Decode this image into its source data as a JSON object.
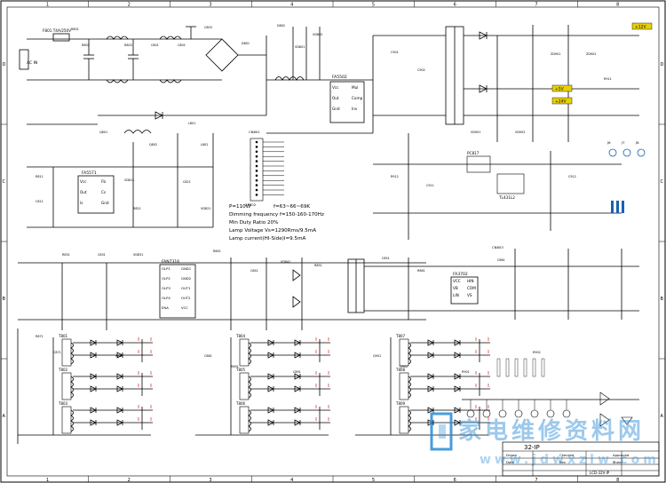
{
  "frame": {
    "col_markers": [
      "1",
      "2",
      "3",
      "4",
      "5",
      "6",
      "7",
      "8"
    ],
    "row_markers": [
      "D",
      "C",
      "B",
      "A"
    ]
  },
  "notes": [
    "P=110W",
    "f=63~66~69K",
    "Dimming frequency f=150-160-170Hz",
    "Min Duty Ratio 20%",
    "Lamp Voltage  Vs=1290Rms/9.5mA",
    "Lamp current(HI-Side)I=9.5mA"
  ],
  "ic_labels": {
    "pfc_ic": "FA5502",
    "pwm_ic": "FA5571",
    "inverter_ic": "FAN7316",
    "driver_ic": "FA3702",
    "feedback_ic": "TL431L2",
    "opto_ic": "PC817"
  },
  "ic_pins": {
    "pfc": [
      "Vcc",
      "Out",
      "Gnd",
      "Mul",
      "Comp",
      "Inv"
    ],
    "pwm": [
      "Vcc",
      "Out",
      "Is",
      "Fb",
      "Cs",
      "Gnd"
    ],
    "inverter": [
      "OLP1",
      "OLP2",
      "OLP3",
      "OLP4",
      "ENA",
      "GND1",
      "GND2",
      "OUT1",
      "OUT2",
      "VCC"
    ],
    "driver": [
      "VCC",
      "VB",
      "LIN",
      "HIN",
      "COM",
      "VS"
    ]
  },
  "rails": [
    {
      "label": "+12V",
      "color": "#e8d000"
    },
    {
      "label": "+5V",
      "color": "#e8d000"
    },
    {
      "label": "+24V",
      "color": "#e8d000"
    }
  ],
  "connector_labels": [
    "CN801",
    "XP802",
    "CN803",
    "J6",
    "J7",
    "J8"
  ],
  "input_label": "AC IN",
  "fuse_label": "F801 T4A/250V",
  "transformer_labels": [
    "T801",
    "T802",
    "T803",
    "T804",
    "T805",
    "T806",
    "T807",
    "T808",
    "T809"
  ],
  "title_block": {
    "model": "32-IP",
    "rows": [
      "Drawn",
      "Checked",
      "Approved",
      "Date",
      "Rev",
      "Sheet"
    ],
    "drawing_no": "LCD-32V-IP"
  },
  "watermark": {
    "cn_text": "家电维修资料网",
    "url": "www.jdwxzlw.com",
    "logo_color": "#2a8bd5"
  },
  "small_labels": [
    "R801",
    "R802",
    "R803",
    "C801",
    "C802",
    "C803",
    "D801",
    "D802",
    "VD801",
    "VD802",
    "Q801",
    "Q802",
    "L801",
    "L802",
    "R811",
    "C811",
    "VD811",
    "R821",
    "C821",
    "VD821",
    "R831",
    "C831",
    "VD831",
    "R841",
    "C841",
    "VD841",
    "R851",
    "C851",
    "R861",
    "C861",
    "R871",
    "C871",
    "R881",
    "C881",
    "R891",
    "C891",
    "Q901",
    "Q902",
    "R901",
    "R902",
    "C901",
    "C902",
    "VD901",
    "VD902",
    "ZD901",
    "ZD902",
    "R911",
    "R912",
    "C911",
    "C912"
  ]
}
